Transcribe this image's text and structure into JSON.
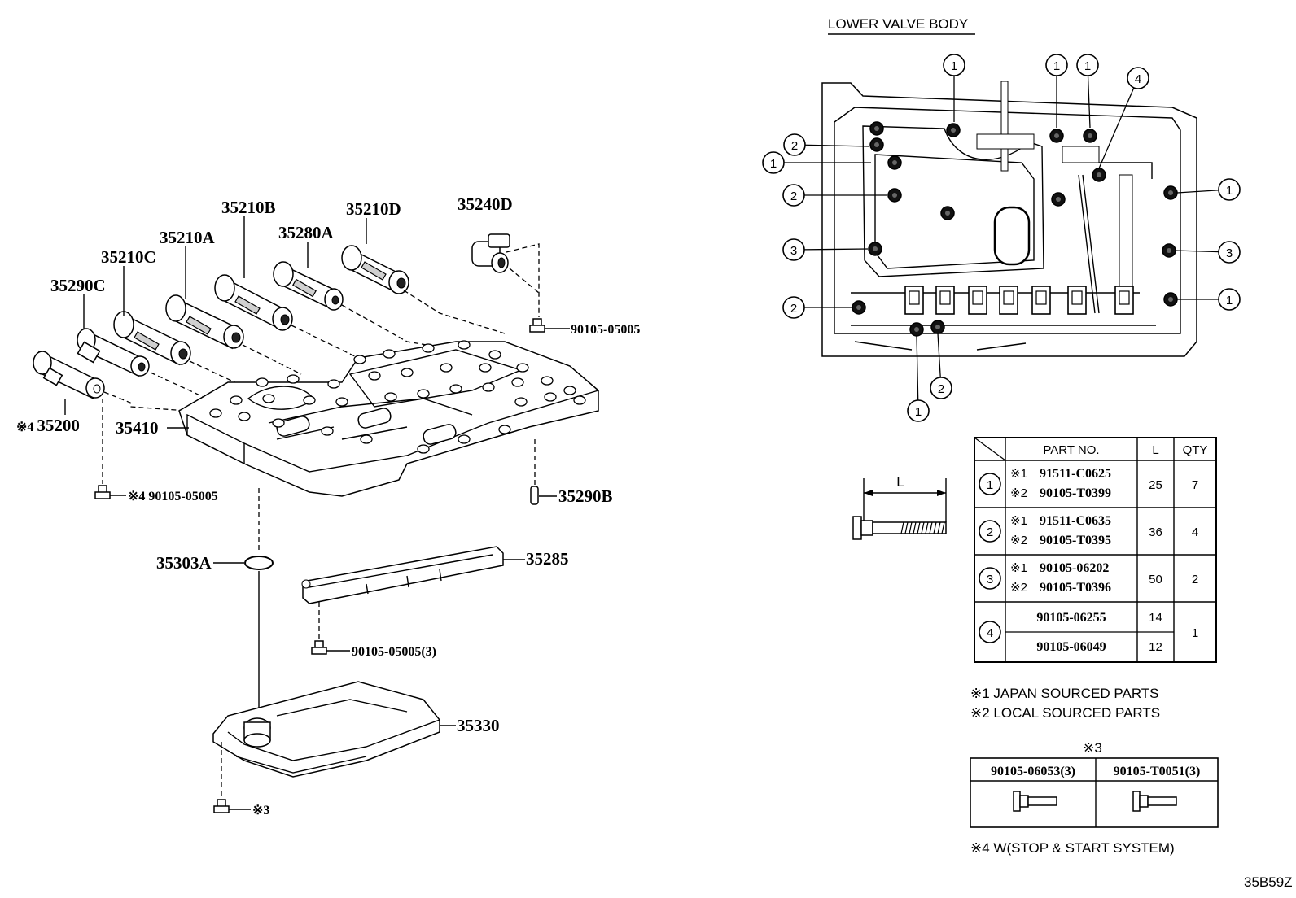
{
  "lower_valve_body_title": "LOWER VALVE BODY",
  "diagram_code": "35B59Z",
  "callouts": {
    "p35240D": "35240D",
    "p35210D": "35210D",
    "p35210B": "35210B",
    "p35280A": "35280A",
    "p35210A": "35210A",
    "p35210C": "35210C",
    "p35290C": "35290C",
    "p35200": "35200",
    "p35200_mark": "※4",
    "p35410": "35410",
    "bolt_top": "90105-05005",
    "bolt_left": "90105-05005",
    "bolt_left_mark": "※4",
    "p35290B": "35290B",
    "p35303A": "35303A",
    "p35285": "35285",
    "bolt_plate": "90105-05005(3)",
    "p35330": "35330",
    "bolt_strainer_mark": "※3"
  },
  "bolt_circle_labels": [
    "1",
    "2",
    "3",
    "4"
  ],
  "dimension_label": "L",
  "bolt_table": {
    "headers": [
      "PART NO.",
      "L",
      "QTY"
    ],
    "rows": [
      {
        "ref": "1",
        "parts": [
          {
            "mark": "※1",
            "no": "91511-C0625"
          },
          {
            "mark": "※2",
            "no": "90105-T0399"
          }
        ],
        "l": [
          "25"
        ],
        "qty": "7"
      },
      {
        "ref": "2",
        "parts": [
          {
            "mark": "※1",
            "no": "91511-C0635"
          },
          {
            "mark": "※2",
            "no": "90105-T0395"
          }
        ],
        "l": [
          "36"
        ],
        "qty": "4"
      },
      {
        "ref": "3",
        "parts": [
          {
            "mark": "※1",
            "no": "90105-06202"
          },
          {
            "mark": "※2",
            "no": "90105-T0396"
          }
        ],
        "l": [
          "50"
        ],
        "qty": "2"
      },
      {
        "ref": "4",
        "parts": [
          {
            "mark": "",
            "no": "90105-06255"
          },
          {
            "mark": "",
            "no": "90105-06049"
          }
        ],
        "l": [
          "14",
          "12"
        ],
        "qty": "1"
      }
    ]
  },
  "notes": {
    "n1": "※1 JAPAN SOURCED PARTS",
    "n2": "※2 LOCAL SOURCED PARTS",
    "n4": "※4 W(STOP & START SYSTEM)"
  },
  "mark3_table": {
    "title": "※3",
    "col1": "90105-06053(3)",
    "col2": "90105-T0051(3)"
  }
}
